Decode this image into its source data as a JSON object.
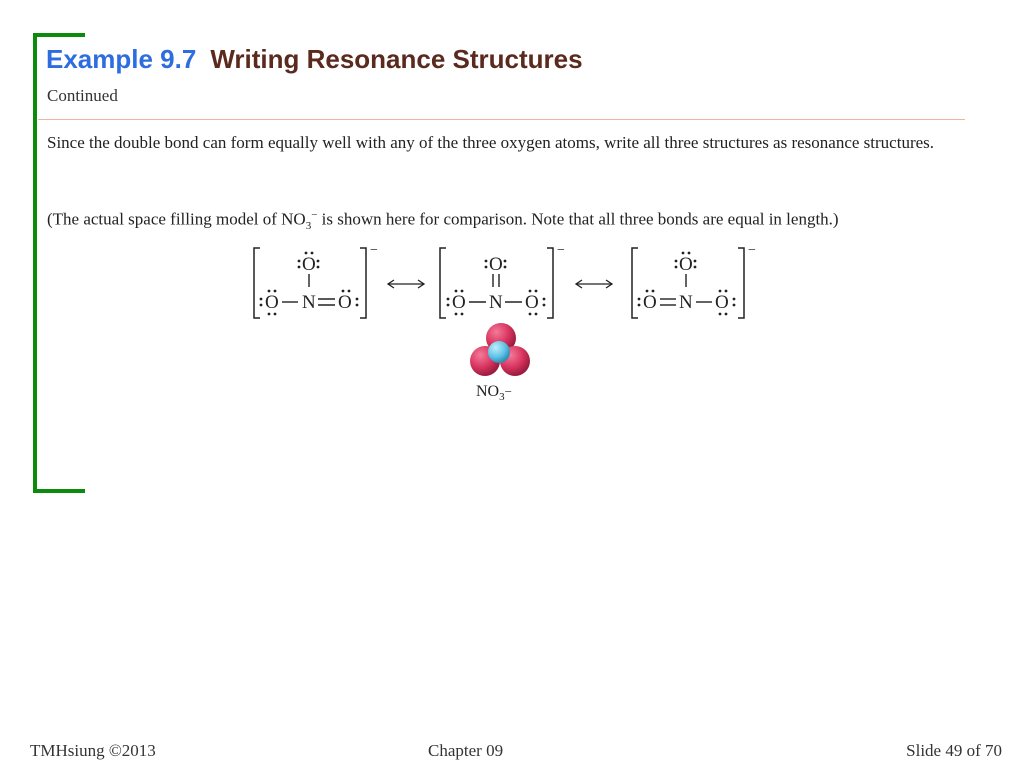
{
  "slide": {
    "title_prefix": "Example 9.7",
    "title": "Writing Resonance Structures",
    "subtitle": "Continued",
    "paragraph1": "Since the double bond can form equally well with any of the three oxygen atoms, write all three structures as resonance structures.",
    "paragraph2": {
      "before": "(The actual space filling model of NO",
      "subscript": "3",
      "superscript": "−",
      "after": " is shown here for comparison. Note that all three bonds are equal in length.)"
    }
  },
  "figure": {
    "atom_o": "O",
    "atom_n": "N",
    "charge": "−",
    "model_label": "NO",
    "model_label_sub": "3",
    "model_label_charge": "−",
    "colors": {
      "oxygen": "#d8345f",
      "nitrogen": "#62c4e6"
    }
  },
  "footer": {
    "left": "TMHsiung  ©2013",
    "center": "Chapter 09",
    "right": "Slide 49 of 70"
  }
}
